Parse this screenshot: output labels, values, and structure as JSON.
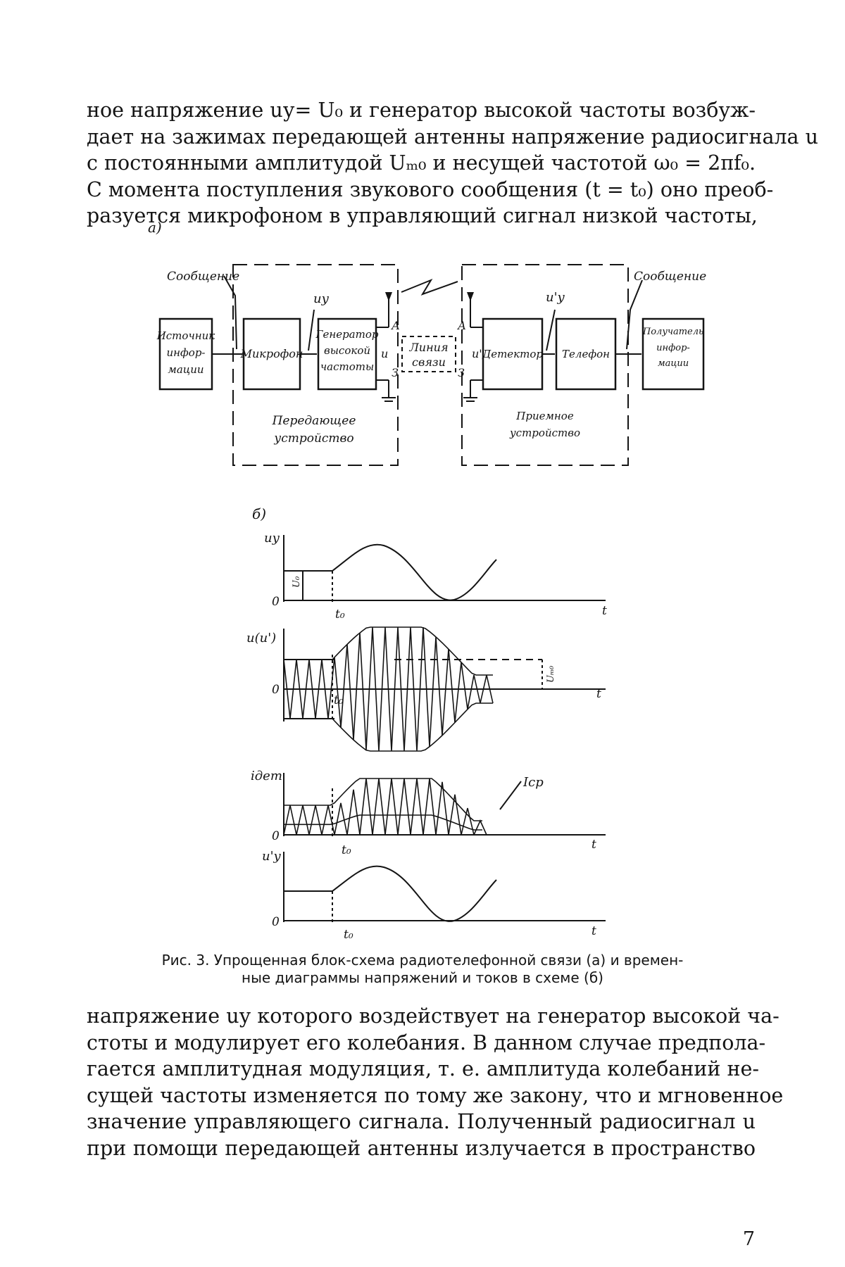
{
  "text_top": [
    "ное напряжение uу= U₀ и генератор высокой частоты возбуж-",
    "дает на зажимах передающей антенны напряжение радиосигнала u",
    "с постоянными амплитудой Uₘ₀ и несущей частотой ω₀ = 2πf₀.",
    "С момента поступления звукового сообщения (t = t₀) оно преоб-",
    "разуется микрофоном в управляющий сигнал низкой частоты,"
  ],
  "figure_a": {
    "panel_label": "а)",
    "source": "Источник инфор-мации",
    "source_lines": [
      "Источник",
      "инфор-",
      "мации"
    ],
    "message_in": "Сообщение",
    "microphone": "Микрофон",
    "generator_lines": [
      "Генератор",
      "высокой",
      "частоты"
    ],
    "u_y": "uу",
    "antenna_a": "А",
    "ground_z": "З",
    "u": "u",
    "channel_lines": [
      "Линия",
      "связи"
    ],
    "transmitter_lines": [
      "Передающее",
      "устройство"
    ],
    "u_prime": "u'",
    "detector": "Детектор",
    "u_y_prime": "u'у",
    "telephone": "Телефон",
    "message_out": "Сообщение",
    "receiver_sink_lines": [
      "Получатель",
      "инфор-",
      "мации"
    ],
    "receiver_lines": [
      "Приемное",
      "устройство"
    ]
  },
  "figure_b": {
    "panel_label": "б)",
    "uy_axis": "uу",
    "U0": "U₀",
    "zero": "0",
    "t0": "t₀",
    "t": "t",
    "u_axis": "u(u')",
    "Um0": "Uₘ₀",
    "idet_axis": "iдет",
    "Icp": "Iср",
    "uy_prime_axis": "u'у"
  },
  "caption_lines": [
    "Рис. 3. Упрощенная блок-схема радиотелефонной связи (а) и времен-",
    "ные диаграммы напряжений и токов в схеме (б)"
  ],
  "text_bottom": [
    "напряжение uу которого воздействует на генератор высокой ча-",
    "стоты и модулирует его колебания. В данном случае предпола-",
    "гается амплитудная модуляция, т. е. амплитуда колебаний не-",
    "сущей частоты изменяется по тому же закону, что и мгновенное",
    "значение управляющего сигнала. Полученный радиосигнал u",
    "при помощи передающей антенны излучается в пространство"
  ],
  "page_number": "7"
}
